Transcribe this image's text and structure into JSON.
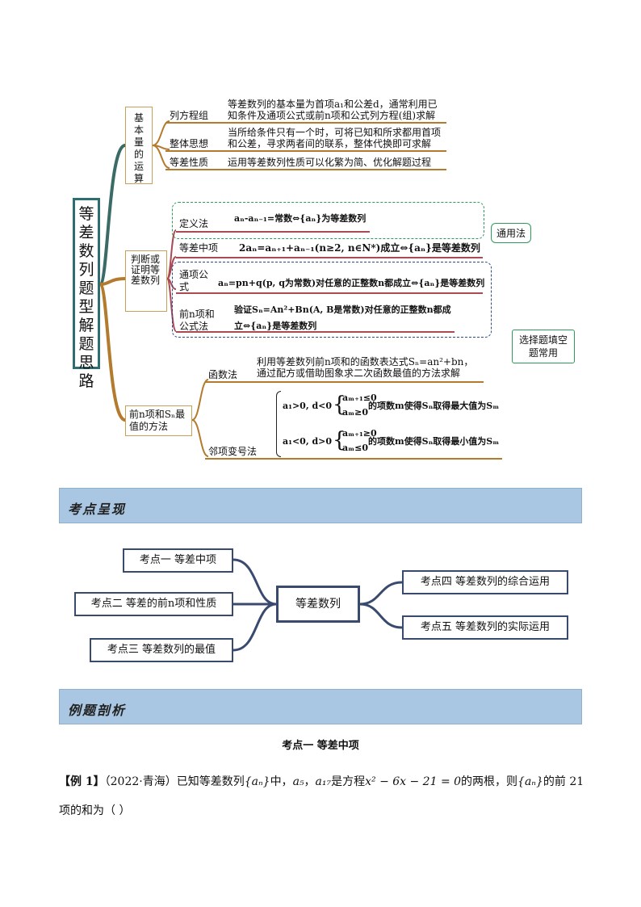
{
  "mindmap": {
    "root": "等差数列题型解题思路",
    "branch1": {
      "label": "基本量的运算",
      "items": [
        {
          "label": "列方程组",
          "text": "等差数列的基本量为首项a₁和公差d，通常利用已知条件及通项公式或前n项和公式列方程(组)求解"
        },
        {
          "label": "整体思想",
          "text": "当所给条件只有一个时，可将已知和所求都用首项和公差，寻求两者间的联系，整体代换即可求解"
        },
        {
          "label": "等差性质",
          "text": "运用等差数列性质可以化繁为简、优化解题过程"
        }
      ]
    },
    "branch2": {
      "label": "判断或证明等差数列",
      "items": [
        {
          "label": "定义法",
          "text": "aₙ-aₙ₋₁=常数⇔{aₙ}为等差数列"
        },
        {
          "label": "等差中项",
          "text": "2aₙ=aₙ₊₁+aₙ₋₁(n≥2, n∈N*)成立⇔{aₙ}是等差数列"
        },
        {
          "label": "通项公式",
          "text": "aₙ=pn+q(p, q为常数)对任意的正整数n都成立⇔{aₙ}是等差数列"
        },
        {
          "label": "前n项和公式法",
          "text": "验证Sₙ=An²+Bn(A, B是常数)对任意的正整数n都成立⇔{aₙ}是等差数列"
        }
      ],
      "tag_general": "通用法",
      "tag_choice": "选择题填空题常用"
    },
    "branch3": {
      "label": "前n项和Sₙ最值的方法",
      "items": [
        {
          "label": "函数法",
          "text": "利用等差数列前n项和的函数表达式Sₙ=an²+bn，通过配方或借助图象求二次函数最值的方法求解"
        },
        {
          "label": "邻项变号法",
          "cond1": "a₁>0, d<0",
          "sys1a": "aₘ₊₁≤0",
          "sys1b": "aₘ≥0",
          "res1": "的项数m使得Sₙ取得最大值为Sₘ",
          "cond2": "a₁<0, d>0",
          "sys2a": "aₘ₊₁≥0",
          "sys2b": "aₘ≤0",
          "res2": "的项数m使得Sₙ取得最小值为Sₘ"
        }
      ]
    }
  },
  "section1": {
    "title": "考点呈现"
  },
  "kaodian": {
    "center": "等差数列",
    "left": [
      "考点一  等差中项",
      "考点二  等差的前n项和性质",
      "考点三  等差数列的最值"
    ],
    "right": [
      "考点四  等差数列的综合运用",
      "考点五  等差数列的实际运用"
    ]
  },
  "section2": {
    "title": "例题剖析"
  },
  "example": {
    "heading": "考点一  等差中项",
    "label": "【例 1】",
    "source": "（2022·青海）",
    "text1": "已知等差数列",
    "seq": "{aₙ}",
    "text2": "中，",
    "a5": "a₅",
    "sep": "，",
    "a17": "a₁₇",
    "text3": "是方程",
    "eq": "x² − 6x − 21 = 0",
    "text4": "的两根，则",
    "text5": "的前 21 项的和为（        ）"
  }
}
